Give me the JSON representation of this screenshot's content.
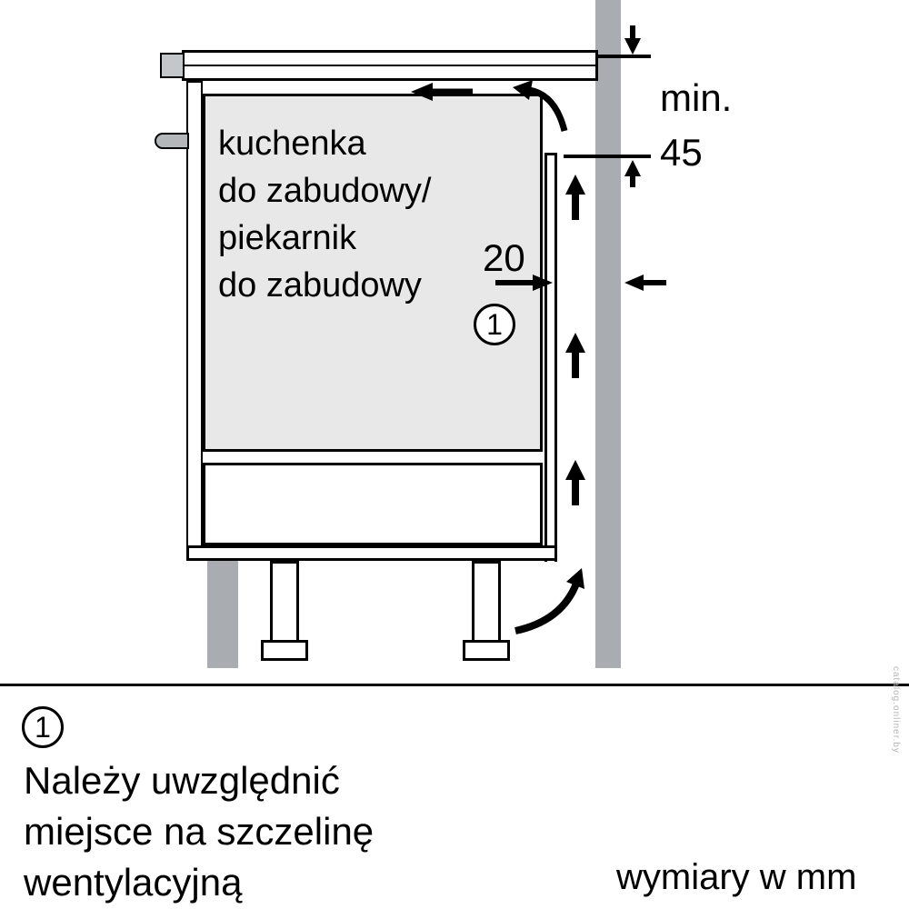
{
  "diagram": {
    "appliance_label_lines": [
      "kuchenka",
      "do zabudowy/",
      "piekarnik",
      "do zabudowy"
    ],
    "dimensions": {
      "min_label": "min.",
      "min_value": "45",
      "gap_value": "20"
    },
    "callout_number": "1"
  },
  "legend": {
    "callout_number": "1",
    "note_lines": [
      "Należy uwzględnić",
      "miejsce na szczelinę",
      "wentylacyjną"
    ],
    "units_label": "wymiary w mm"
  },
  "watermark": {
    "text": "catalog.onliner.by"
  },
  "colors": {
    "wall": "#a9adb2",
    "cabinet_fill": "#e8e8e8",
    "line": "#000000"
  }
}
